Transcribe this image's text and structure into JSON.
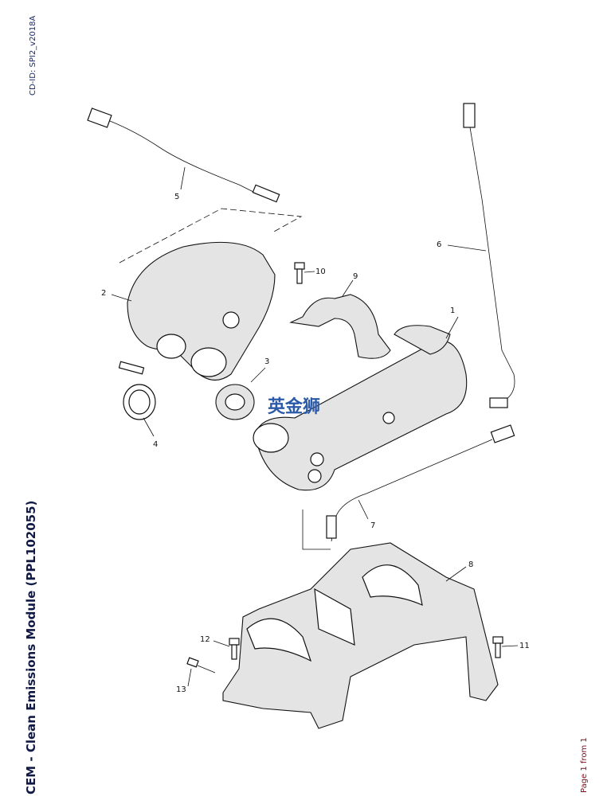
{
  "header": {
    "cd_id": "CD-ID: SPI2_v2018A"
  },
  "document": {
    "title": "CEM - Clean Emissions Module (PPL102055)",
    "page_info": "Page 1 from 1"
  },
  "watermark": "英金狮",
  "callouts": [
    "1",
    "2",
    "3",
    "4",
    "5",
    "6",
    "7",
    "8",
    "9",
    "10",
    "11",
    "12",
    "13"
  ],
  "colors": {
    "title": "#111a44",
    "page_info": "#7a1020",
    "cd_id": "#1a2a6a",
    "watermark": "#2a5aa8"
  }
}
